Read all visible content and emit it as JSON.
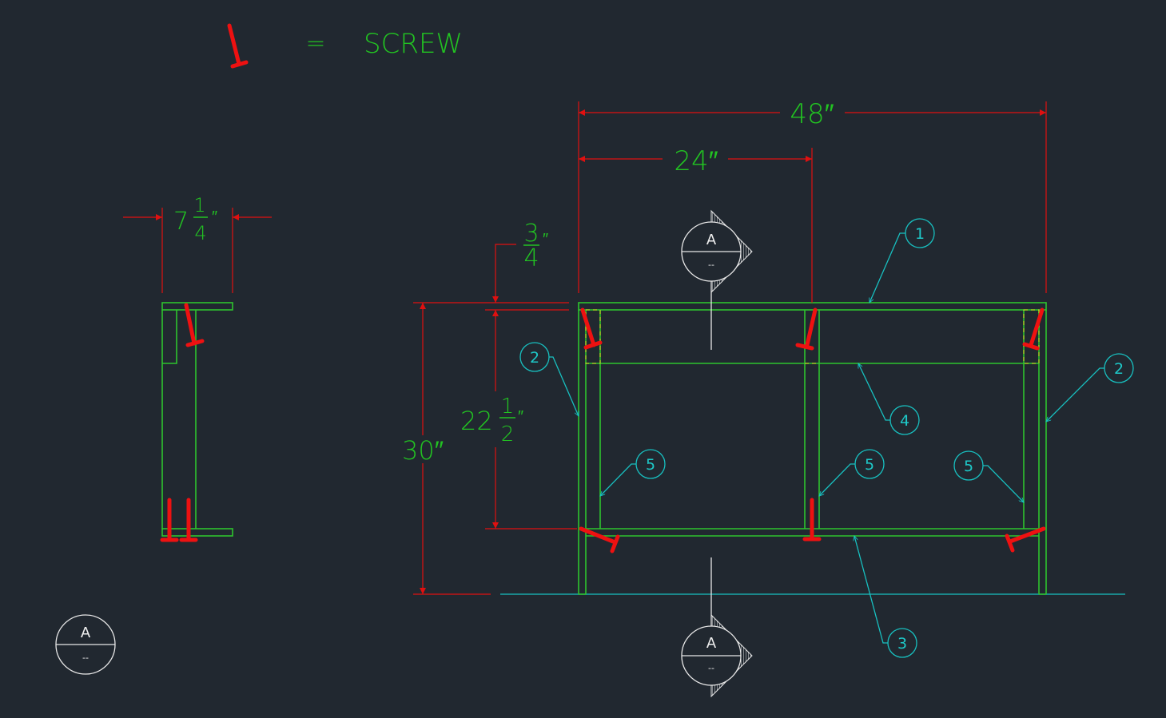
{
  "legend": {
    "equals": "=",
    "label": "SCREW"
  },
  "dimensions": {
    "overall_width": "48″",
    "half_width": "24″",
    "side_depth_whole": "7",
    "side_depth_num": "1",
    "side_depth_den": "4",
    "side_depth_unit": "″",
    "top_thk_num": "3",
    "top_thk_den": "4",
    "top_thk_unit": "″",
    "opening_whole": "22",
    "opening_num": "1",
    "opening_den": "2",
    "opening_unit": "″",
    "overall_height": "30″"
  },
  "part_tags": {
    "top": "1",
    "side_left": "2",
    "side_right": "2",
    "bottom": "3",
    "rail": "4",
    "div_left": "5",
    "div_mid": "5",
    "div_right": "5"
  },
  "section_marks": {
    "top": {
      "letter": "A",
      "sheet": "--"
    },
    "bottom": {
      "letter": "A",
      "sheet": "--"
    },
    "view_title": {
      "letter": "A",
      "sheet": "--"
    }
  },
  "colors": {
    "background": "#212830",
    "geometry": "#2ec42e",
    "dimension": "#e01010",
    "leader": "#18c0c0",
    "screw": "#ee1111",
    "hidden": "#e0d020"
  }
}
